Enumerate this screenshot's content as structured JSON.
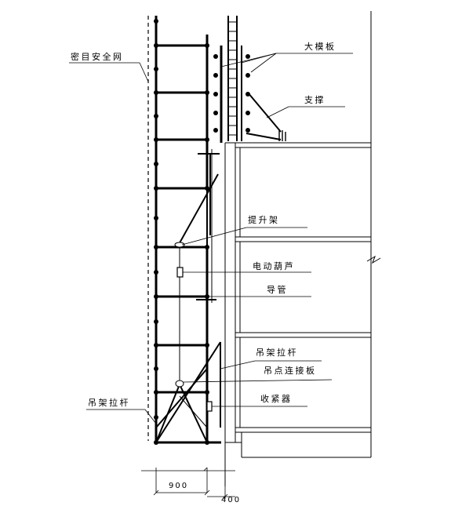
{
  "labels": {
    "safety_net": "密目安全网",
    "large_formwork": "大模板",
    "support": "支撑",
    "lifting_frame": "提升架",
    "electric_hoist": "电动葫芦",
    "guide_pipe": "导管",
    "hanger_rod_right": "吊架拉杆",
    "hoist_connection_plate": "吊点连接板",
    "tensioner": "收紧器",
    "hanger_rod_left": "吊架拉杆"
  },
  "dimensions": {
    "width_left": "900",
    "width_right": "400"
  }
}
